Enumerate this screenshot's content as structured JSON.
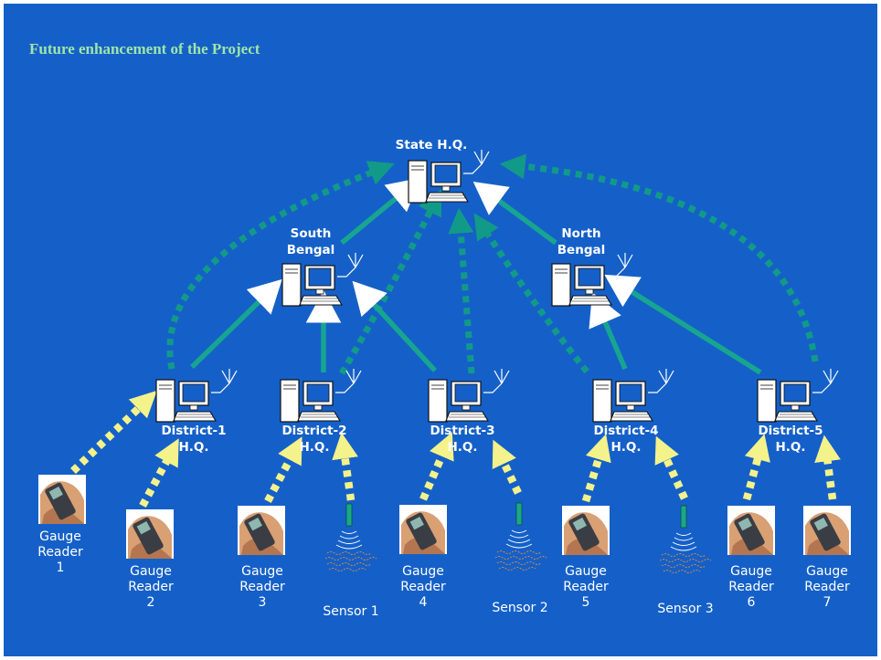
{
  "slide": {
    "title": "Future enhancement of the Project"
  },
  "colors": {
    "background": "#1560c8",
    "solid_arrow": "#17a590",
    "dotted_green": "#129a88",
    "dotted_yellow": "#f4f28a",
    "title": "#9ee6a6"
  },
  "nodes": {
    "state": {
      "line1": "State H.Q.",
      "line2": ""
    },
    "south": {
      "line1": "South",
      "line2": "Bengal"
    },
    "north": {
      "line1": "North",
      "line2": "Bengal"
    },
    "d1": {
      "line1": "District-1",
      "line2": "H.Q."
    },
    "d2": {
      "line1": "District-2",
      "line2": "H.Q."
    },
    "d3": {
      "line1": "District-3",
      "line2": "H.Q."
    },
    "d4": {
      "line1": "District-4",
      "line2": "H.Q."
    },
    "d5": {
      "line1": "District-5",
      "line2": "H.Q."
    }
  },
  "readers": [
    {
      "line1": "Gauge",
      "line2": "Reader",
      "line3": "1"
    },
    {
      "line1": "Gauge",
      "line2": "Reader",
      "line3": "2"
    },
    {
      "line1": "Gauge",
      "line2": "Reader",
      "line3": "3"
    },
    {
      "line1": "Gauge",
      "line2": "Reader",
      "line3": "4"
    },
    {
      "line1": "Gauge",
      "line2": "Reader",
      "line3": "5"
    },
    {
      "line1": "Gauge",
      "line2": "Reader",
      "line3": "6"
    },
    {
      "line1": "Gauge",
      "line2": "Reader",
      "line3": "7"
    }
  ],
  "sensors": [
    {
      "label": "Sensor 1"
    },
    {
      "label": "Sensor 2"
    },
    {
      "label": "Sensor 3"
    }
  ],
  "icons": {
    "computer": "computer-with-antenna-icon",
    "phone": "mobile-phone-in-hand-icon",
    "sensor": "water-level-sensor-icon"
  }
}
